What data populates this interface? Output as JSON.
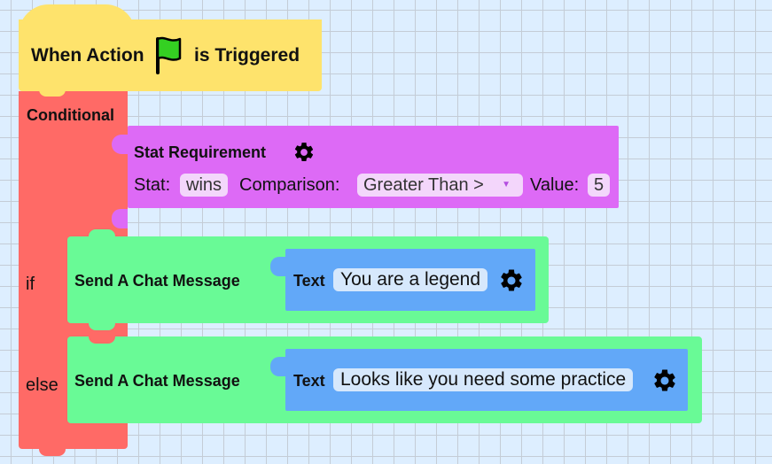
{
  "hat_block": {
    "prefix": "When Action",
    "suffix": "is Triggered",
    "icon": "green-flag-icon"
  },
  "conditional_block": {
    "title": "Conditional",
    "if_label": "if",
    "else_label": "else"
  },
  "stat_block": {
    "title": "Stat Requirement",
    "stat_label": "Stat:",
    "stat_value": "wins",
    "comparison_label": "Comparison:",
    "comparison_value": "Greater Than >",
    "value_label": "Value:",
    "value": "5"
  },
  "if_action": {
    "title": "Send A Chat Message",
    "text_label": "Text",
    "text_value": "You are a legend"
  },
  "else_action": {
    "title": "Send A Chat Message",
    "text_label": "Text",
    "text_value": "Looks like you need some practice"
  },
  "colors": {
    "hat": "#fee36c",
    "conditional": "#ff6a66",
    "stat": "#dd6af6",
    "chat": "#69fa96",
    "text": "#62a8f8"
  }
}
